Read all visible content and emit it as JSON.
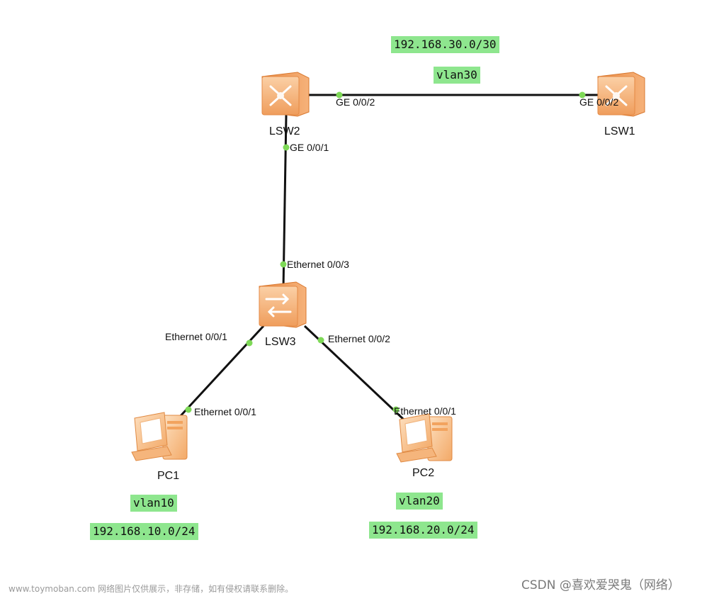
{
  "devices": {
    "lsw1": "LSW1",
    "lsw2": "LSW2",
    "lsw3": "LSW3",
    "pc1": "PC1",
    "pc2": "PC2"
  },
  "ports": {
    "lsw2_ge002": "GE 0/0/2",
    "lsw1_ge002": "GE 0/0/2",
    "lsw2_ge001": "GE 0/0/1",
    "lsw3_eth003": "Ethernet 0/0/3",
    "lsw3_eth001": "Ethernet 0/0/1",
    "lsw3_eth002": "Ethernet 0/0/2",
    "pc1_eth001": "Ethernet 0/0/1",
    "pc2_eth001": "Ethernet 0/0/1"
  },
  "tags": {
    "net30": "192.168.30.0/30",
    "vlan30": "vlan30",
    "vlan10": "vlan10",
    "net10": "192.168.10.0/24",
    "vlan20": "vlan20",
    "net20": "192.168.20.0/24"
  },
  "footer": {
    "watermark": "www.toymoban.com 网络图片仅供展示，非存储，如有侵权请联系删除。",
    "credit": "CSDN @喜欢爱哭鬼（网络）"
  },
  "colors": {
    "link": "#111111",
    "port_dot": "#7ed957",
    "tag_bg": "#8ee68e",
    "device_orange": "#f0a05a"
  }
}
